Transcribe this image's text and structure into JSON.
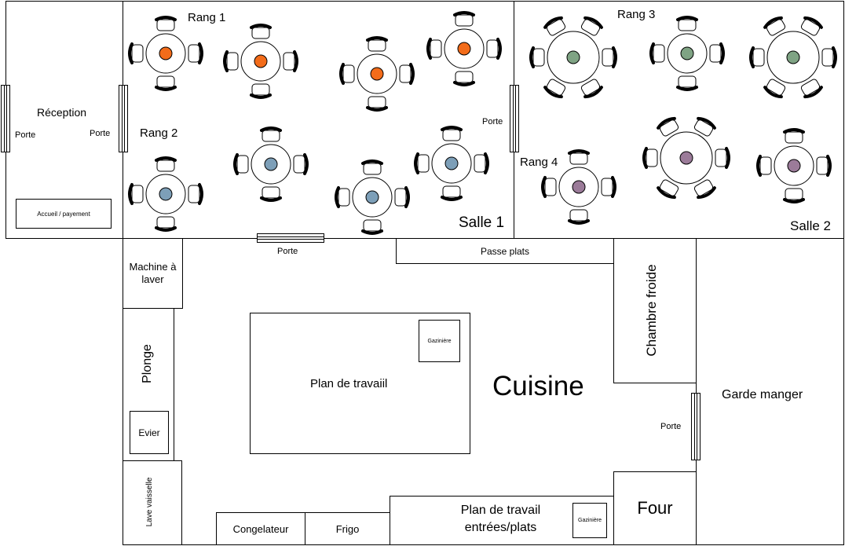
{
  "rooms": {
    "reception": {
      "title": "Réception",
      "door_left": "Porte",
      "door_right": "Porte",
      "desk": "Accueil / payement"
    },
    "salle1": {
      "title": "Salle 1",
      "rang1": "Rang 1",
      "rang2": "Rang 2",
      "door_bottom": "Porte",
      "door_right": "Porte"
    },
    "salle2": {
      "title": "Salle 2",
      "rang3": "Rang 3",
      "rang4": "Rang 4"
    },
    "cuisine": {
      "title": "Cuisine",
      "machine": "Machine à laver",
      "plonge": "Plonge",
      "evier": "Evier",
      "lave": "Lave vaisselle",
      "congelateur": "Congelateur",
      "frigo": "Frigo",
      "plan_travail_entrees": "Plan de travail entrées/plats",
      "gaziniere_bas": "Gazinière",
      "plan_travail_centre": "Plan de travaiil",
      "gaziniere_centre": "Gazinière",
      "passe_plats": "Passe plats",
      "chambre_froide": "Chambre froide",
      "four": "Four",
      "door_right": "Porte"
    },
    "garde_manger": {
      "title": "Garde manger"
    }
  },
  "colors": {
    "rang1": "#f36c1a",
    "rang2": "#7d9fb8",
    "rang3": "#7fa384",
    "rang4": "#9b7b99",
    "outline": "#000000"
  }
}
